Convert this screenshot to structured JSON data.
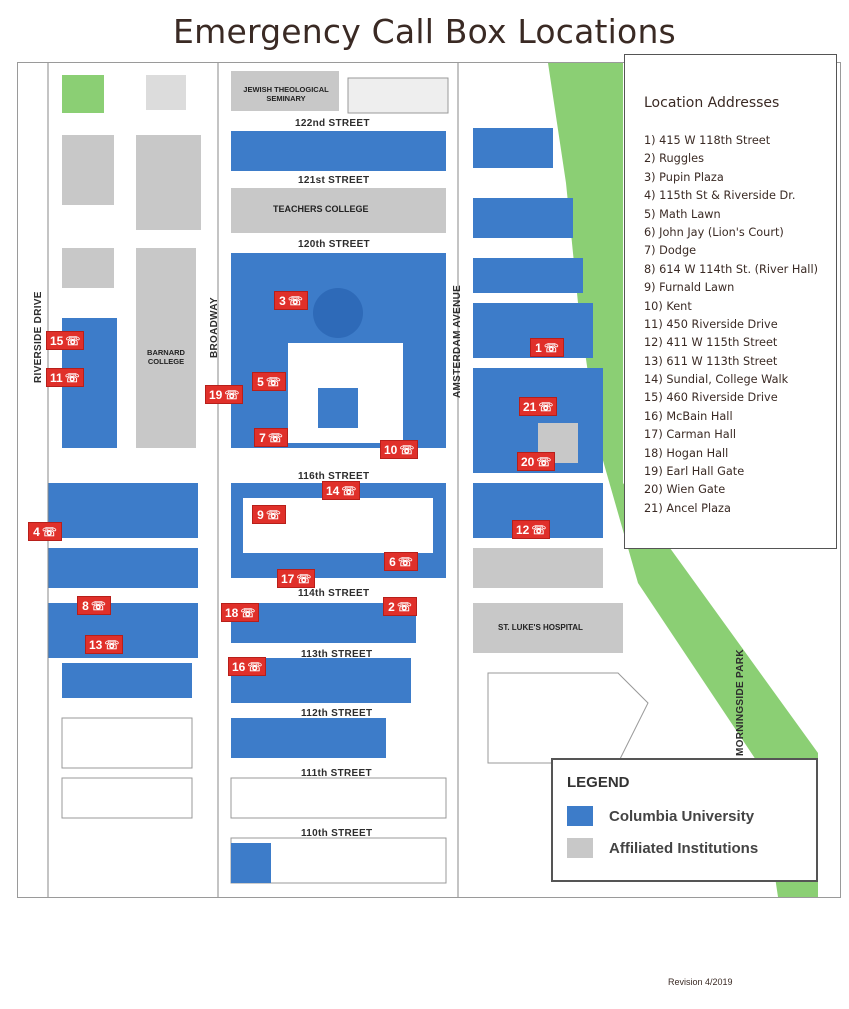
{
  "title": "Emergency Call Box Locations",
  "colors": {
    "columbia": "#3d7cc9",
    "affiliated": "#c8c8c8",
    "park": "#8bcf74",
    "callbox": "#e0302a"
  },
  "streets": {
    "s122": "122nd STREET",
    "s121": "121st STREET",
    "s120": "120th STREET",
    "s116": "116th STREET",
    "s114": "114th STREET",
    "s113": "113th STREET",
    "s112": "112th STREET",
    "s111": "111th STREET",
    "s110": "110th STREET",
    "riverside": "RIVERSIDE DRIVE",
    "broadway": "BROADWAY",
    "amsterdam": "AMSTERDAM AVENUE",
    "morningside": "MORNINGSIDE PARK"
  },
  "buildings": {
    "jts": "JEWISH THEOLOGICAL SEMINARY",
    "teachers": "TEACHERS COLLEGE",
    "barnard": "BARNARD COLLEGE",
    "stlukes": "ST. LUKE'S HOSPITAL"
  },
  "callboxes": [
    "1",
    "2",
    "3",
    "4",
    "5",
    "6",
    "7",
    "8",
    "9",
    "10",
    "11",
    "12",
    "13",
    "14",
    "15",
    "16",
    "17",
    "18",
    "19",
    "20",
    "21"
  ],
  "addresses": {
    "title": "Location Addresses",
    "items": [
      "1) 415 W 118th Street",
      "2) Ruggles",
      "3) Pupin Plaza",
      "4) 115th St & Riverside Dr.",
      "5) Math Lawn",
      "6) John Jay (Lion's Court)",
      "7) Dodge",
      "8) 614 W 114th St. (River Hall)",
      "9) Furnald Lawn",
      "10) Kent",
      "11) 450 Riverside Drive",
      "12) 411 W 115th Street",
      "13) 611 W 113th Street",
      "14) Sundial, College Walk",
      "15) 460 Riverside Drive",
      "16) McBain Hall",
      "17) Carman Hall",
      "18) Hogan Hall",
      "19) Earl Hall Gate",
      "20) Wien Gate",
      "21) Ancel Plaza"
    ]
  },
  "legend": {
    "title": "LEGEND",
    "columbia": "Columbia University",
    "affiliated": "Affiliated Institutions"
  },
  "revision": "Revision 4/2019"
}
